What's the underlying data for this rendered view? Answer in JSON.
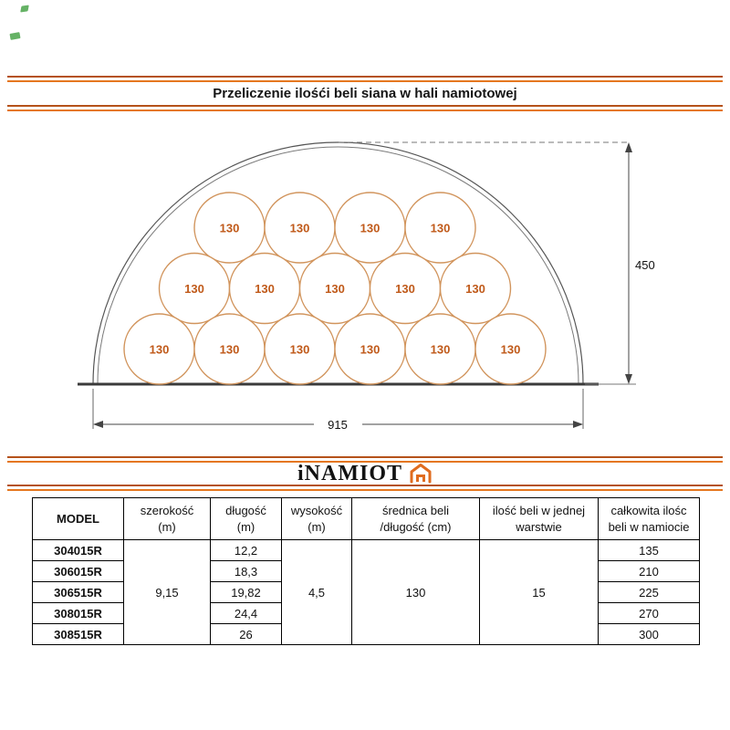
{
  "title": "Przeliczenie ilośći beli siana w hali namiotowej",
  "diagram": {
    "type": "tent-cross-section",
    "bale_label": "130",
    "bale_rows_top_to_bottom": [
      4,
      5,
      6
    ],
    "total_bales_shown": 15,
    "height_dim": "450",
    "width_dim": "915",
    "bale_outline_color": "#d1945c",
    "bale_label_color": "#c05a1a"
  },
  "logo": {
    "text": "iNAMIOT",
    "accent_color": "#e06c1f"
  },
  "table": {
    "headers": [
      [
        "MODEL",
        ""
      ],
      [
        "szerokość",
        "(m)"
      ],
      [
        "długość",
        "(m)"
      ],
      [
        "wysokość",
        "(m)"
      ],
      [
        "średnica beli",
        "/długość (cm)"
      ],
      [
        "ilość beli w jednej",
        "warstwie"
      ],
      [
        "całkowita ilośc",
        "beli w namiocie"
      ]
    ],
    "merged": {
      "szerokosc": "9,15",
      "wysokosc": "4,5",
      "srednica": "130",
      "ilosc": "15"
    },
    "rows": [
      {
        "model": "304015R",
        "dlugosc": "12,2",
        "calkowita": "135"
      },
      {
        "model": "306015R",
        "dlugosc": "18,3",
        "calkowita": "210"
      },
      {
        "model": "306515R",
        "dlugosc": "19,82",
        "calkowita": "225"
      },
      {
        "model": "308015R",
        "dlugosc": "24,4",
        "calkowita": "270"
      },
      {
        "model": "308515R",
        "dlugosc": "26",
        "calkowita": "300"
      }
    ]
  },
  "colors": {
    "rule_orange_dark": "#b5521a",
    "rule_orange_light": "#e5771f",
    "watermark_green": "#4aa44a"
  }
}
